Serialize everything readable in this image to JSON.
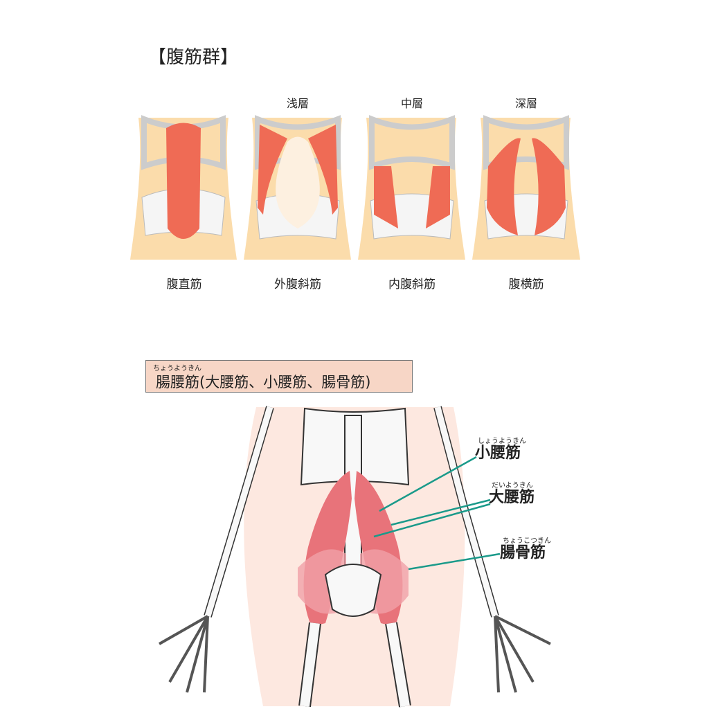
{
  "abdominal": {
    "title": "【腹筋群】",
    "layers": [
      "",
      "浅層",
      "中層",
      "深層"
    ],
    "muscles": [
      "腹直筋",
      "外腹斜筋",
      "内腹斜筋",
      "腹横筋"
    ]
  },
  "iliopsoas": {
    "ruby": "ちょうようきん",
    "title": "腸腰筋(大腰筋、小腰筋、腸骨筋)",
    "callouts": [
      {
        "ruby": "しょうようきん",
        "label": "小腰筋"
      },
      {
        "ruby": "だいようきん",
        "label": "大腰筋"
      },
      {
        "ruby": "ちょうこつきん",
        "label": "腸骨筋"
      }
    ]
  },
  "colors": {
    "skin": "#fbdcab",
    "muscle": "#ef6b55",
    "bone": "#f5f5f5",
    "callout_line": "#1a9a8a",
    "body_bg": "#fde8e0"
  }
}
